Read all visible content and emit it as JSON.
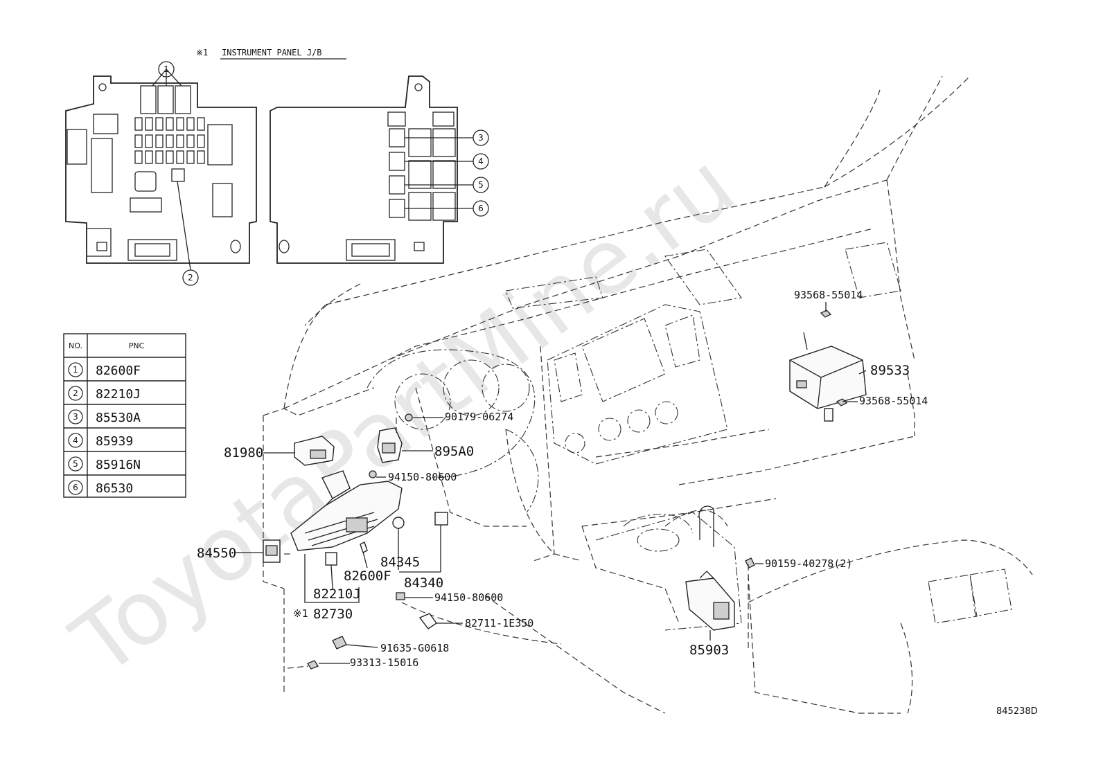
{
  "header": {
    "title_prefix": "※1",
    "title": "INSTRUMENT PANEL J/B"
  },
  "watermark": "ToyotaPartMine.ru",
  "diagram_id": "845238D",
  "pnc_table": {
    "headers": [
      "NO.",
      "PNC"
    ],
    "rows": [
      {
        "no": "1",
        "pnc": "82600F"
      },
      {
        "no": "2",
        "pnc": "82210J"
      },
      {
        "no": "3",
        "pnc": "85530A"
      },
      {
        "no": "4",
        "pnc": "85939"
      },
      {
        "no": "5",
        "pnc": "85916N"
      },
      {
        "no": "6",
        "pnc": "86530"
      }
    ]
  },
  "jb_callouts": [
    "1",
    "2",
    "3",
    "4",
    "5",
    "6"
  ],
  "part_labels": {
    "p93568a": "93568-55014",
    "p89533": "89533",
    "p93568b": "93568-55014",
    "p90179": "90179-06274",
    "p895a0": "895A0",
    "p81980": "81980",
    "p94150a": "94150-80600",
    "p84550": "84550",
    "p84345": "84345",
    "p84340": "84340",
    "p82600f": "82600F",
    "p82210j": "82210J",
    "p82730_prefix": "※1",
    "p82730": "82730",
    "p94150b": "94150-80600",
    "p82711": "82711-1E350",
    "p91635": "91635-G0618",
    "p93313": "93313-15016",
    "p90159": "90159-40278(2)",
    "p85903": "85903"
  }
}
